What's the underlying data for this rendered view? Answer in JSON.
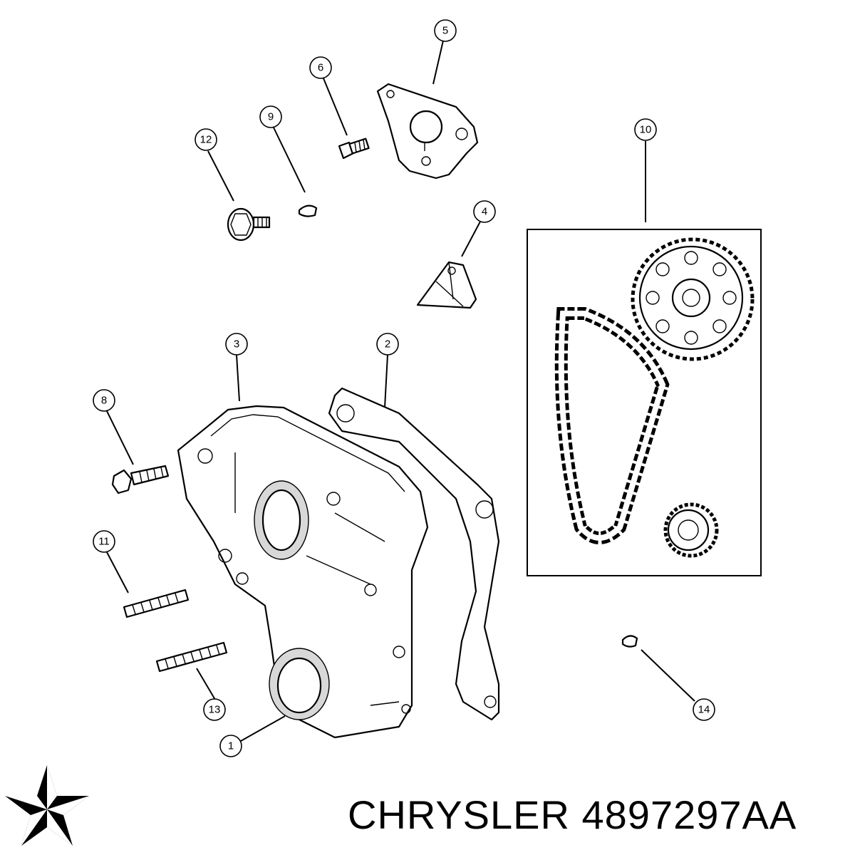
{
  "callouts": [
    "1",
    "2",
    "3",
    "4",
    "5",
    "6",
    "8",
    "9",
    "10",
    "11",
    "12",
    "13",
    "14"
  ],
  "brand": {
    "name": "CHRYSLER",
    "part_number": "4897297AA",
    "logo_icon": "pentastar-icon"
  },
  "colors": {
    "ink": "#000000",
    "paper": "#ffffff"
  }
}
